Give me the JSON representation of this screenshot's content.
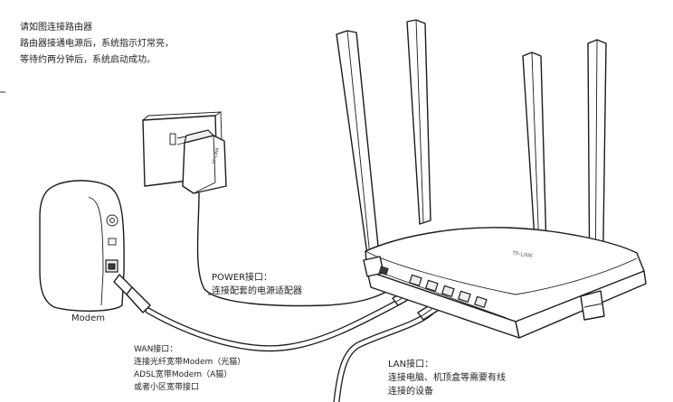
{
  "instructions": {
    "line1": "请如图连接路由器",
    "line2": "路由器接通电源后，系统指示灯常亮，",
    "line3": "等待约两分钟后，系统启动成功。"
  },
  "labels": {
    "modem": "Modem",
    "power_title": "POWER接口：",
    "power_desc": "连接配套的电源适配器",
    "wan_title": "WAN接口：",
    "wan_line1": "连接光纤宽带Modem（光猫）",
    "wan_line2": "ADSL宽带Modem（A猫）",
    "wan_line3": "或者小区宽带接口",
    "lan_title": "LAN接口：",
    "lan_line1": "连接电脑、机顶盒等需要有线",
    "lan_line2": "连接的设备"
  },
  "device": {
    "brand": "TP-LINK"
  }
}
